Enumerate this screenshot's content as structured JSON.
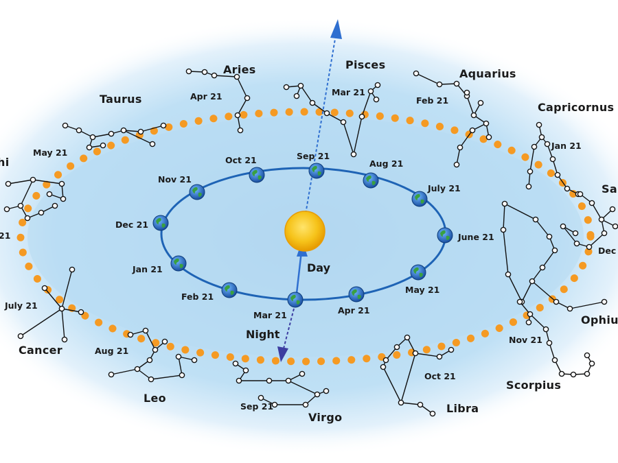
{
  "colors": {
    "halo": "#bfe0f5",
    "orbit": "#1e63b5",
    "zodiac_dots": "#f59a23",
    "arrow": "#2f6fd0",
    "night_arrow": "#3c3ca0",
    "sun": "#f6c31a",
    "star_line": "#111111"
  },
  "labels": {
    "day": "Day",
    "night": "Night"
  },
  "constellations": [
    {
      "name": "Aries",
      "date": "Apr 21"
    },
    {
      "name": "Pisces",
      "date": "Mar 21"
    },
    {
      "name": "Aquarius",
      "date": "Feb 21"
    },
    {
      "name": "Capricornus",
      "date": "Jan 21"
    },
    {
      "name": "Sa",
      "date": "Dec"
    },
    {
      "name": "Ophiu",
      "date": ""
    },
    {
      "name": "Scorpius",
      "date": "Nov 21"
    },
    {
      "name": "Libra",
      "date": "Oct 21"
    },
    {
      "name": "Virgo",
      "date": "Sep 21"
    },
    {
      "name": "Leo",
      "date": "Aug 21"
    },
    {
      "name": "Cancer",
      "date": "July 21"
    },
    {
      "name": "Taurus",
      "date": "May 21"
    },
    {
      "name": "hi",
      "date": "21"
    }
  ],
  "earth_positions": [
    {
      "date": "Sep 21"
    },
    {
      "date": "Aug 21"
    },
    {
      "date": "July 21"
    },
    {
      "date": "June 21"
    },
    {
      "date": "May 21"
    },
    {
      "date": "Apr 21"
    },
    {
      "date": "Mar 21"
    },
    {
      "date": "Feb 21"
    },
    {
      "date": "Jan 21"
    },
    {
      "date": "Dec 21"
    },
    {
      "date": "Nov 21"
    },
    {
      "date": "Oct 21"
    }
  ]
}
